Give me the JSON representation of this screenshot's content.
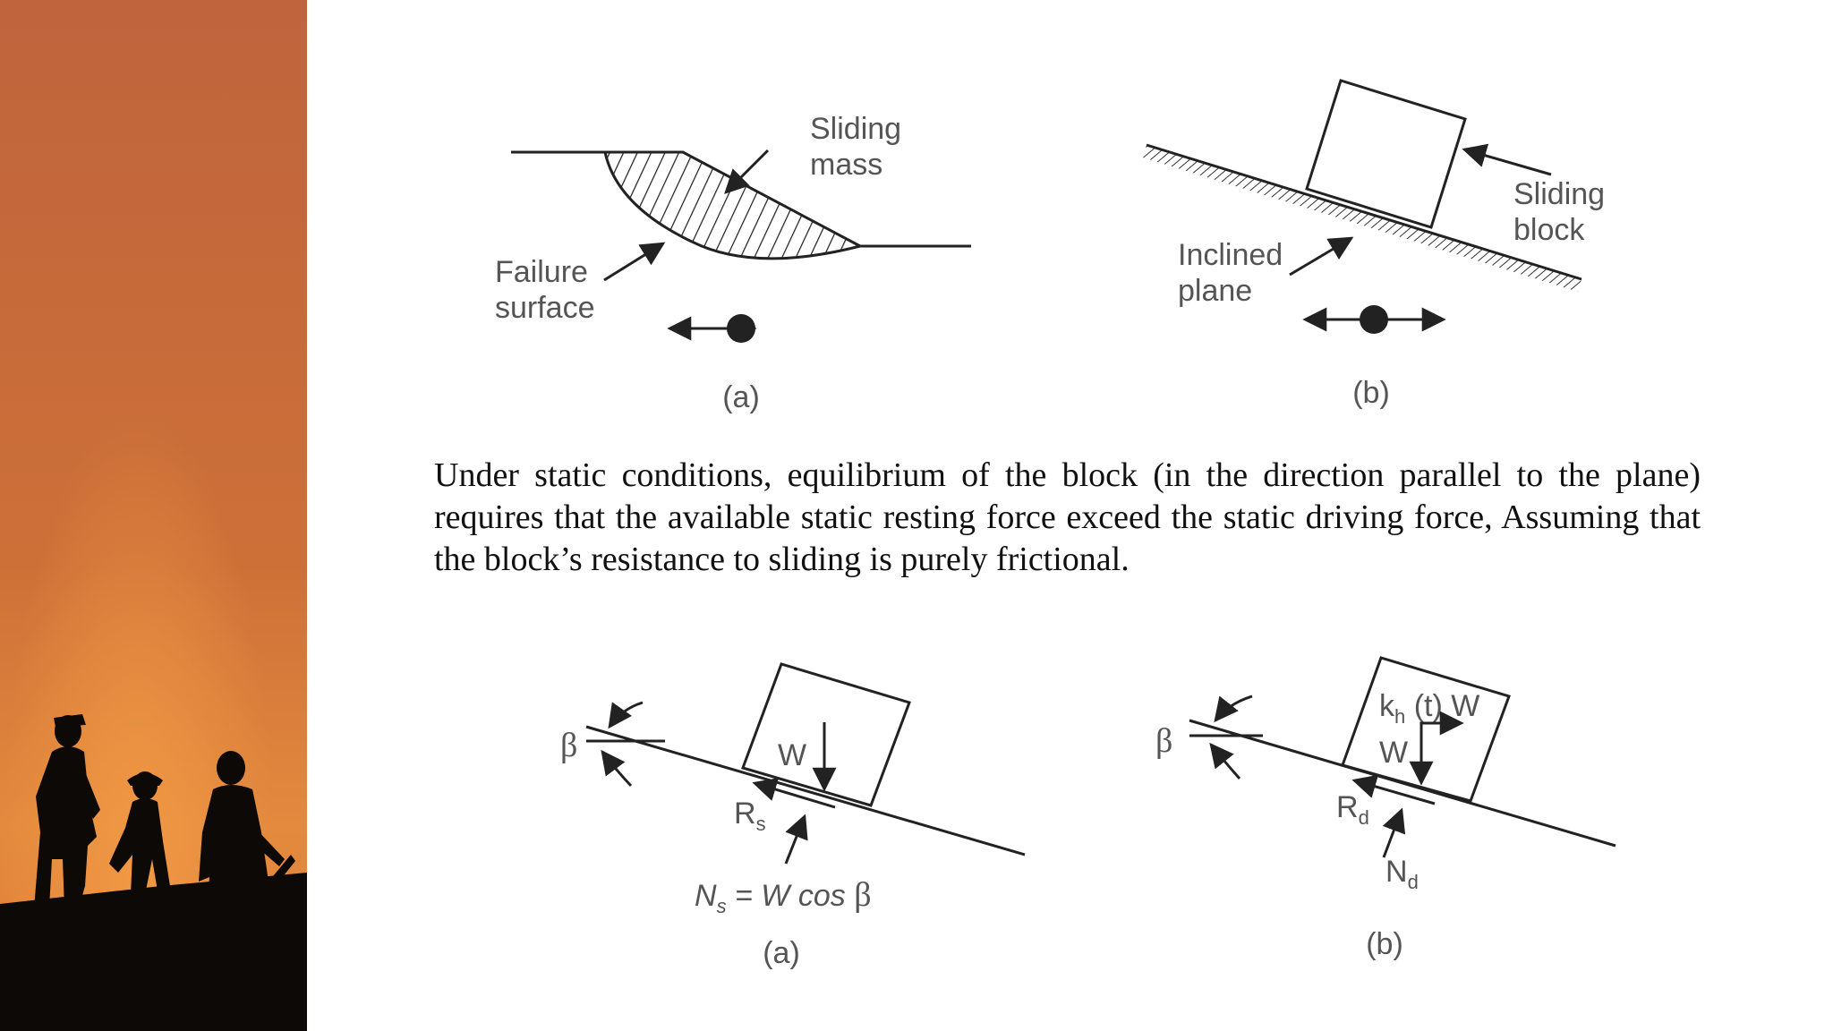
{
  "top_figures": {
    "a": {
      "label_sliding_mass": [
        "Sliding",
        "mass"
      ],
      "label_failure_surface": [
        "Failure",
        "surface"
      ],
      "caption": "(a)"
    },
    "b": {
      "label_sliding_block": [
        "Sliding",
        "block"
      ],
      "label_inclined_plane": [
        "Inclined",
        "plane"
      ],
      "caption": "(b)"
    }
  },
  "body_text": "Under static conditions, equilibrium of the block (in the direction parallel to the plane) requires that the available static resting force exceed the static driving force, Assuming that the block’s resistance to sliding is purely frictional.",
  "bottom_figures": {
    "a": {
      "beta": "β",
      "weight": "W",
      "resisting_force": {
        "base": "R",
        "sub": "s"
      },
      "normal_eq": {
        "base": "N",
        "sub": "s",
        "rest": " = W cos ",
        "beta": "β"
      },
      "caption": "(a)"
    },
    "b": {
      "beta": "β",
      "weight": "W",
      "pseudo_force": {
        "base": "k",
        "sub": "h",
        "rest": " (t) W"
      },
      "resisting_force": {
        "base": "R",
        "sub": "d"
      },
      "normal_force": {
        "base": "N",
        "sub": "d"
      },
      "caption": "(b)"
    }
  },
  "colors": {
    "side_panel_top": "#c0653e",
    "side_panel_bottom": "#e89040",
    "silhouette": "#0c0907",
    "diagram_ink": "#222222",
    "label_text": "#555555"
  }
}
